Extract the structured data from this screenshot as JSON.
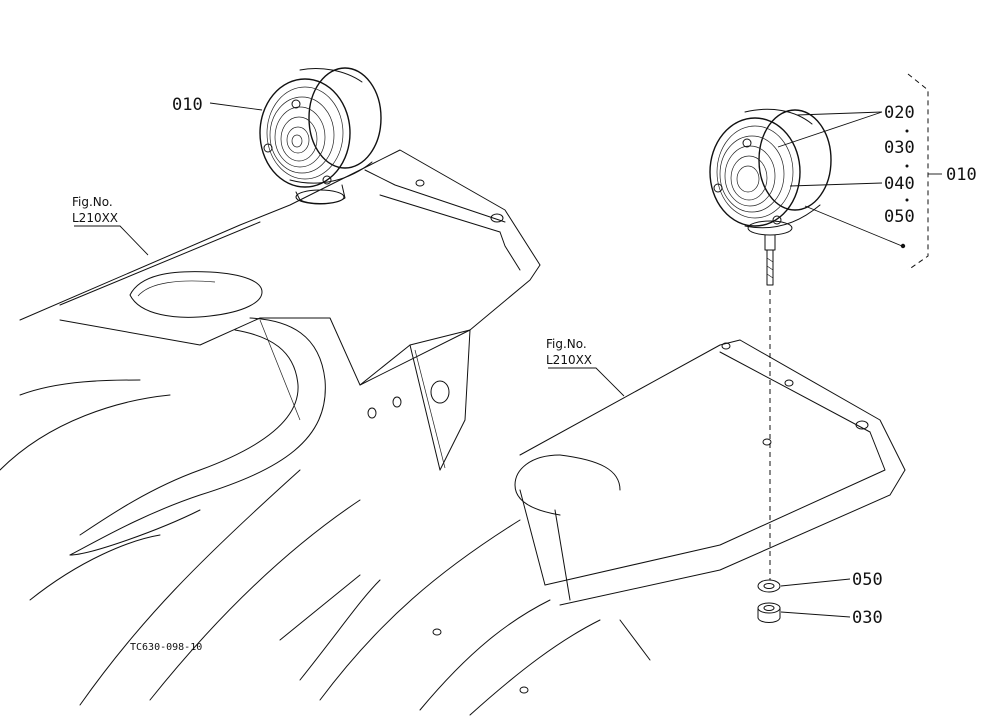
{
  "diagram": {
    "drawing_number": "TC630-098-10",
    "left_assembly": {
      "lamp_label": "010",
      "fig_ref_line1": "Fig.No.",
      "fig_ref_line2": "L210XX"
    },
    "right_assembly": {
      "fig_ref_line1": "Fig.No.",
      "fig_ref_line2": "L210XX",
      "labels": {
        "part_020": "020",
        "part_030_top": "030",
        "part_040": "040",
        "part_050_top": "050",
        "part_010": "010",
        "part_050_bottom": "050",
        "part_030_bottom": "030"
      }
    }
  }
}
